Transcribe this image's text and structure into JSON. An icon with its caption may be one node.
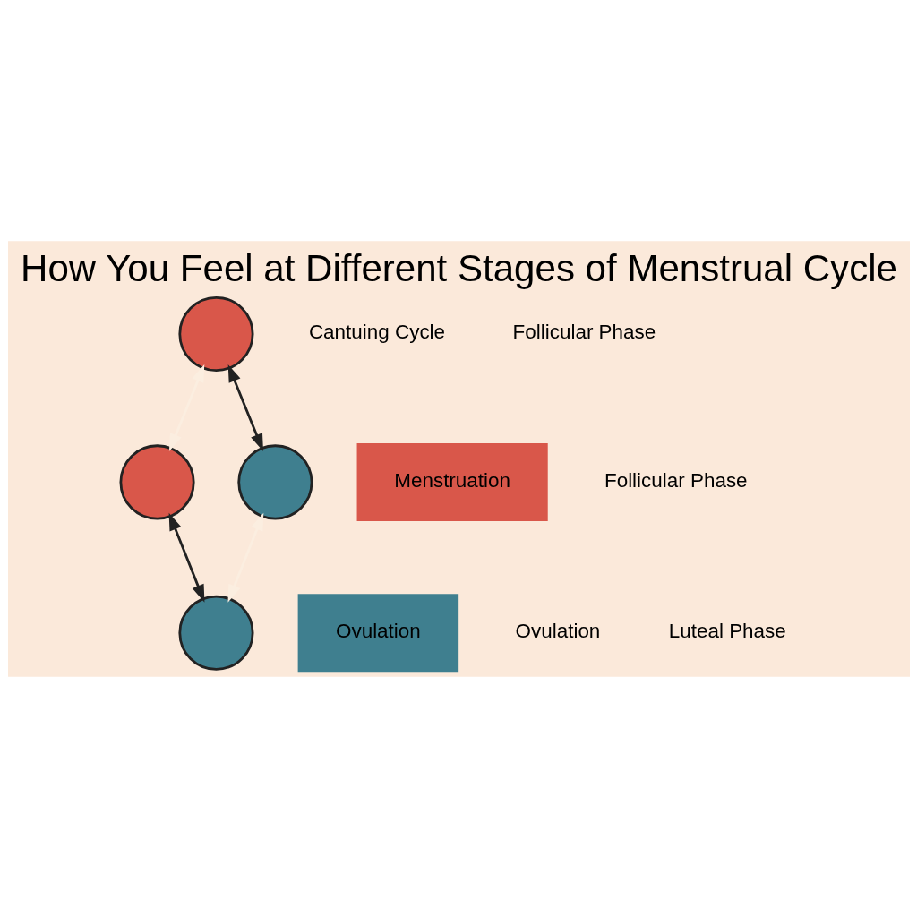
{
  "diagram": {
    "title": "How You Feel at Different Stages of Menstrual Cycle",
    "nodes": [
      {
        "text": [],
        "shape": "circle"
      },
      {
        "text": [],
        "shape": "circle"
      },
      {
        "text": [],
        "shape": "circle"
      },
      {
        "text": [],
        "shape": "circle"
      },
      {
        "text": [
          "Menstruation"
        ]
      },
      {
        "text": [
          "Ovulation"
        ]
      }
    ],
    "edges": [
      {
        "from": 0,
        "to": 1,
        "arrow": "both",
        "color": "#fbeee0"
      },
      {
        "from": 0,
        "to": 2,
        "arrow": "both",
        "color": "#222222"
      },
      {
        "from": 1,
        "to": 3,
        "arrow": "both",
        "color": "#222222"
      },
      {
        "from": 3,
        "to": 2,
        "arrow": "both",
        "color": "#fbeee0"
      }
    ],
    "labels": [
      "Cantuing Cycle",
      "Follicular Phase",
      "Follicular Phase",
      "Ovulation",
      "Luteal Phase"
    ]
  }
}
